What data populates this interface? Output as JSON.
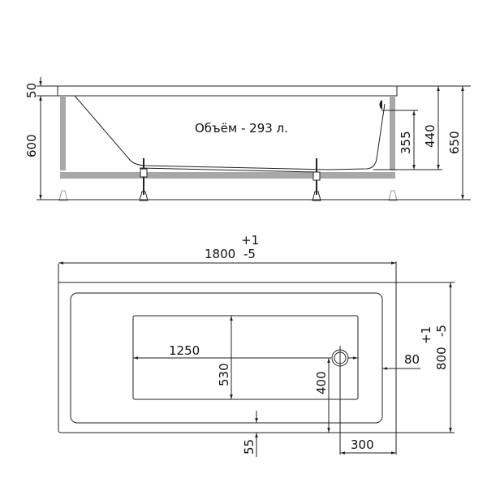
{
  "side_view": {
    "volume_label": "Объём - 293 л.",
    "dimensions": {
      "rim_height": "50",
      "leg_height": "600",
      "drain_height": "355",
      "inner_depth": "440",
      "total_height": "650"
    }
  },
  "top_view": {
    "length": {
      "value": "1800",
      "tol_plus": "+1",
      "tol_minus": "-5"
    },
    "width": {
      "value": "800",
      "tol_plus": "+1",
      "tol_minus": "-5"
    },
    "inner_length": "1250",
    "inner_width": "530",
    "drain_offset_y": "400",
    "drain_offset_x": "300",
    "rim_side": "80",
    "rim_front": "55"
  },
  "colors": {
    "line": "#222222",
    "frame": "#a8a8a8"
  }
}
